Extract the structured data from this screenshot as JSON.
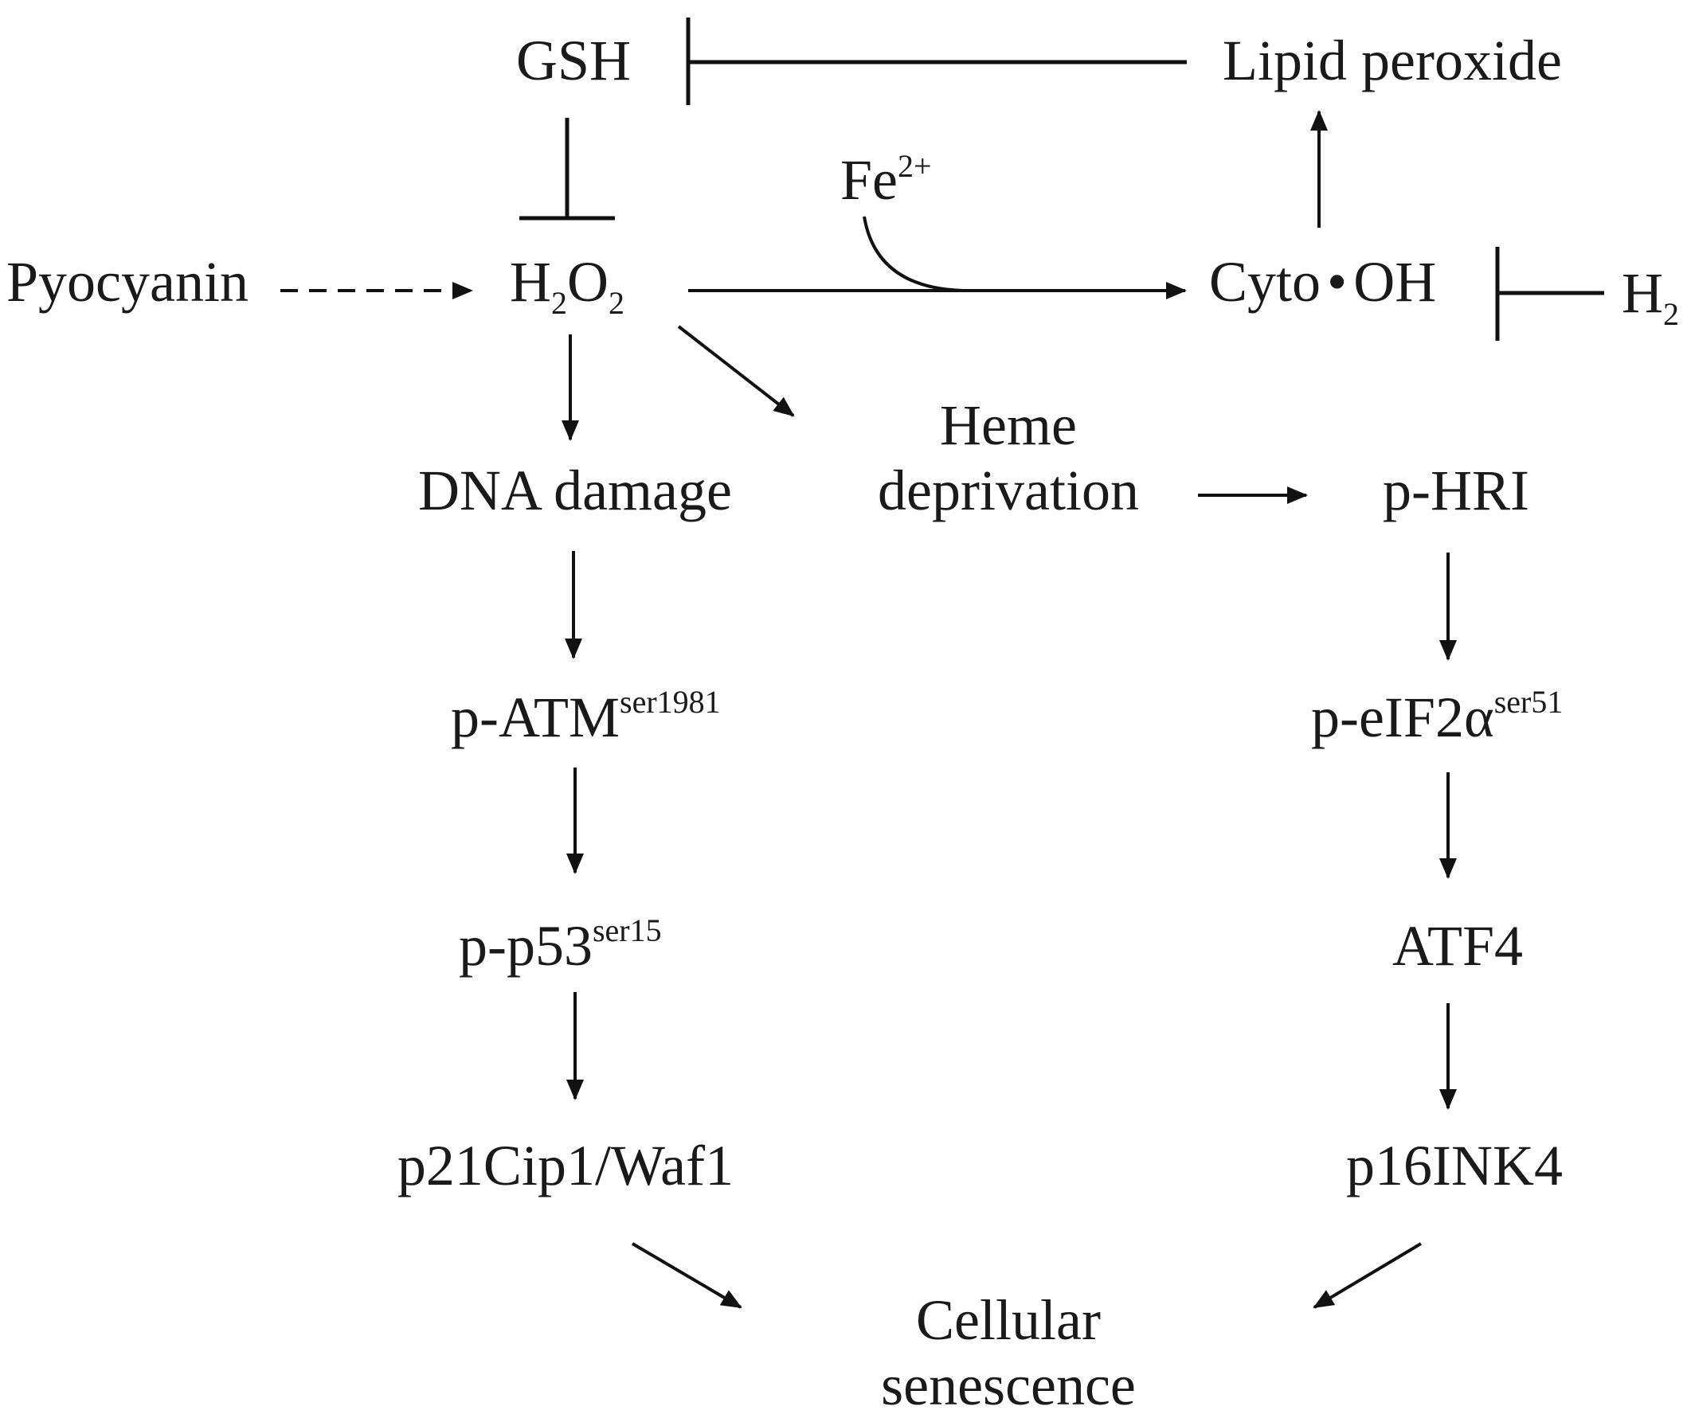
{
  "nodes": {
    "gsh": {
      "text": "GSH"
    },
    "lipid_peroxide": {
      "text": "Lipid peroxide"
    },
    "fe": {
      "text": "Fe",
      "sup": "2+"
    },
    "pyocyanin": {
      "text": "Pyocyanin"
    },
    "h2o2": {
      "parts": [
        "H",
        "2",
        "O",
        "2"
      ]
    },
    "cyto_oh": {
      "text": "Cyto",
      "dot": "•",
      "rest": "OH"
    },
    "h2": {
      "text": "H",
      "sub": "2"
    },
    "dna_damage": {
      "text": "DNA damage"
    },
    "heme_deprivation": {
      "line1": "Heme",
      "line2": "deprivation"
    },
    "p_hri": {
      "text": "p-HRI"
    },
    "p_atm": {
      "text": "p-ATM",
      "sup": "ser1981"
    },
    "p_eif2a": {
      "text": "p-eIF2α",
      "sup": "ser51"
    },
    "p_p53": {
      "text": "p-p53",
      "sup": "ser15"
    },
    "atf4": {
      "text": "ATF4"
    },
    "p21": {
      "text": "p21Cip1/Waf1"
    },
    "p16": {
      "text": "p16INK4"
    },
    "cellular_senescence": {
      "line1": "Cellular",
      "line2": "senescence"
    }
  }
}
